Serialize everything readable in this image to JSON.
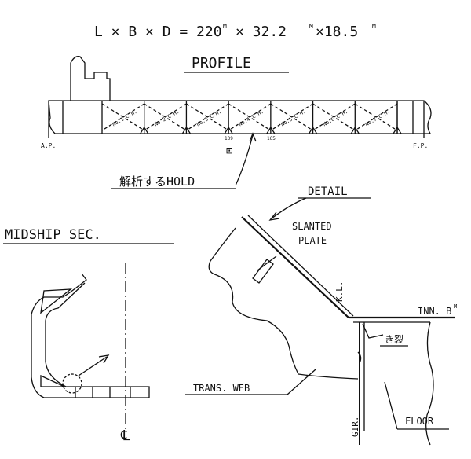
{
  "dimensions": {
    "L": "L × B × D = 220",
    "unit_mark": "M",
    "mid": "× 32.2",
    "mid2": "×18.5"
  },
  "profile": {
    "title": "PROFILE",
    "ap_label": "A.P.",
    "fp_label": "F.P.",
    "frame_a": "139",
    "frame_b": "165",
    "midship_mark": "⊡",
    "hold_labels": [
      "No.1 C.H.",
      "No.2 C.H.",
      "No.3 C.H.",
      "No.4 C.H.",
      "No.5 C.H.",
      "No.6 C.H.",
      "No.7 C.H."
    ],
    "callout": "解析するHOLD"
  },
  "detail": {
    "title": "DETAIL",
    "slanted_plate": "SLANTED",
    "slanted_plate_2": "PLATE",
    "kl": "K.L.",
    "inner_bottom": "INN. B",
    "crack": "き裂",
    "trans_web": "TRANS. WEB",
    "girder": "GIR.",
    "floor": "FLOOR"
  },
  "midship": {
    "title": "MIDSHIP SEC.",
    "centerline": "℄"
  },
  "colors": {
    "ink": "#111111",
    "paper": "#ffffff"
  }
}
